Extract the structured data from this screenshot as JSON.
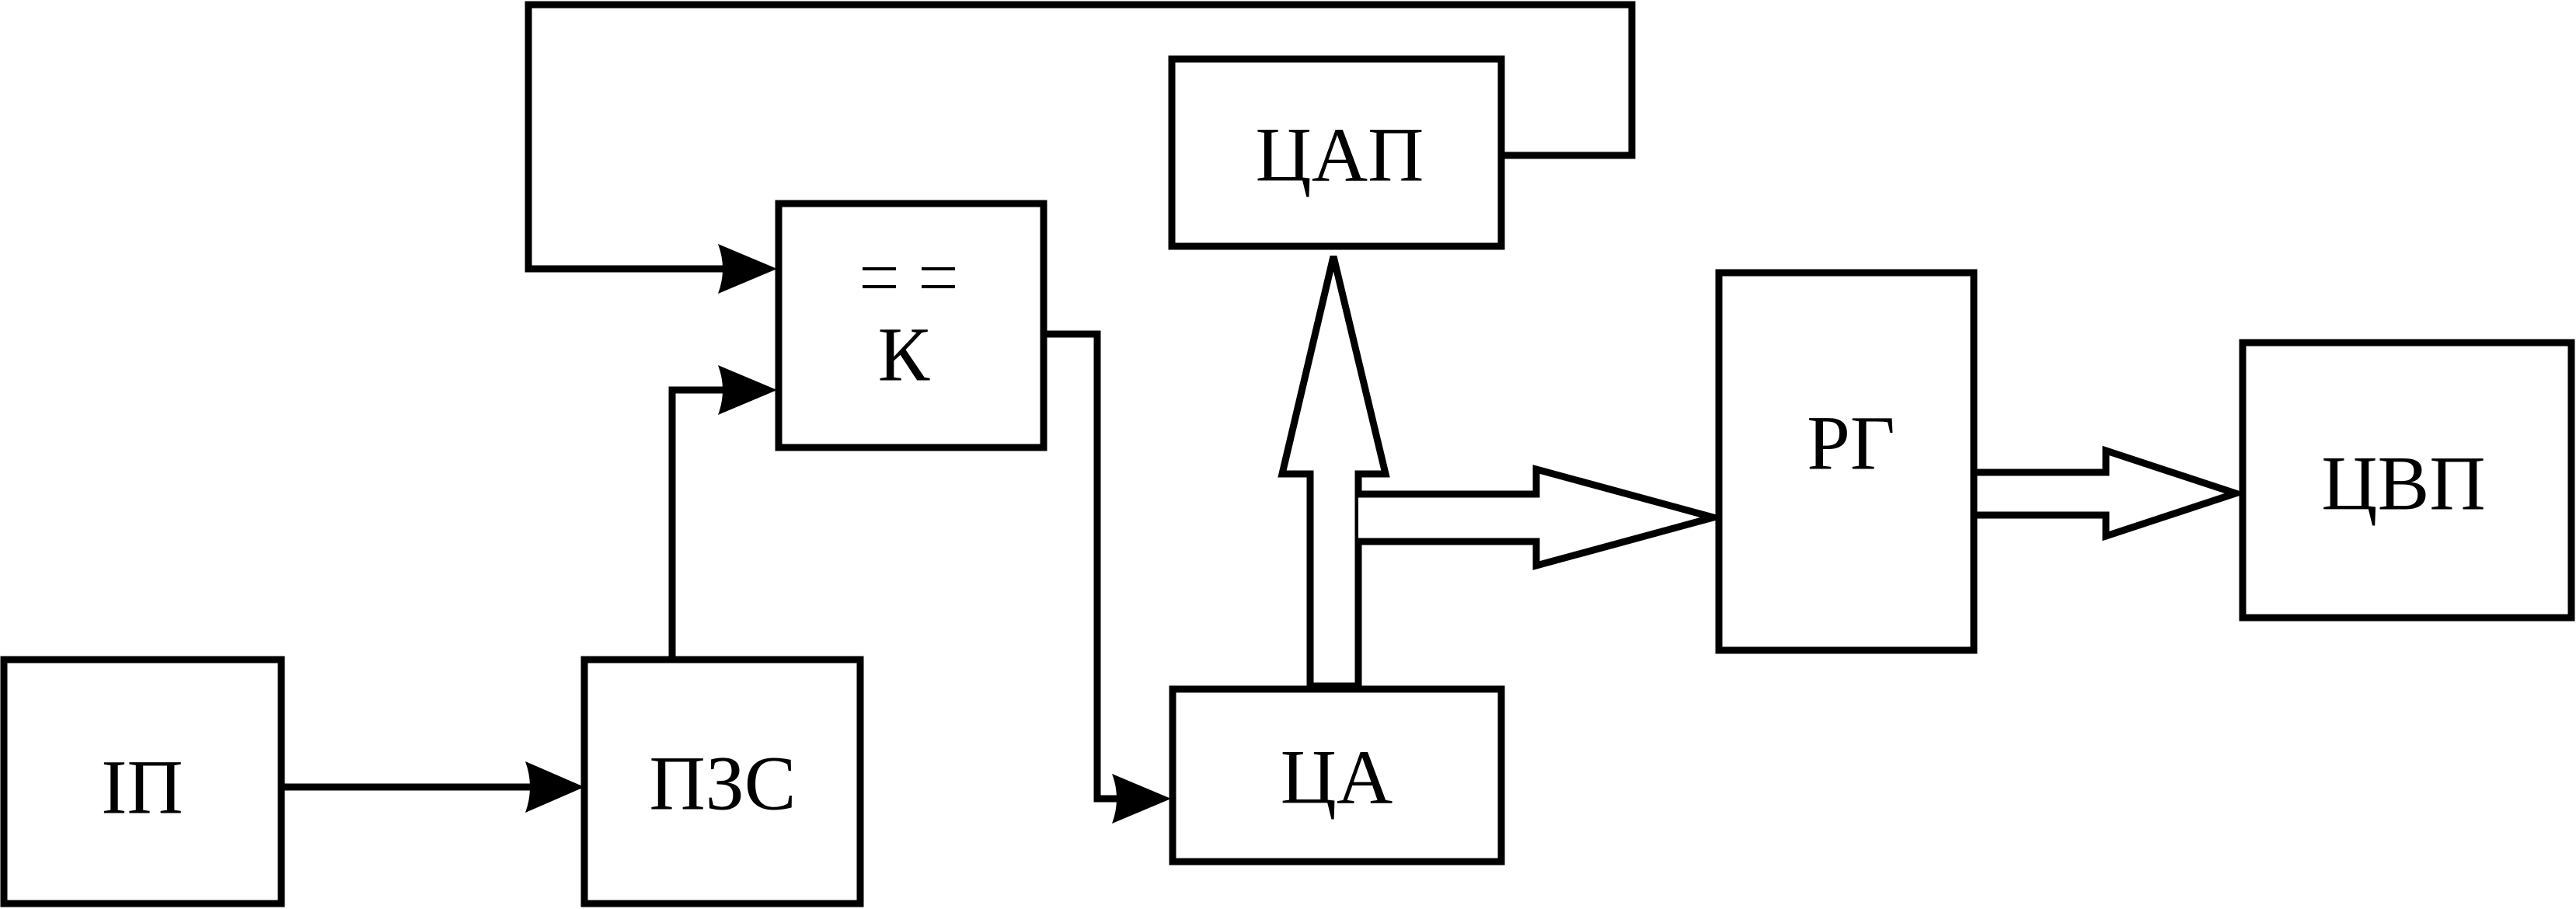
{
  "blocks": {
    "ip": "ІП",
    "pzs": "ПЗС",
    "k": "К",
    "tsap": "ЦАП",
    "tsa": "ЦА",
    "rg": "РГ",
    "tsvp": "ЦВП"
  },
  "colors": {
    "stroke": "#000000",
    "background": "#ffffff"
  }
}
